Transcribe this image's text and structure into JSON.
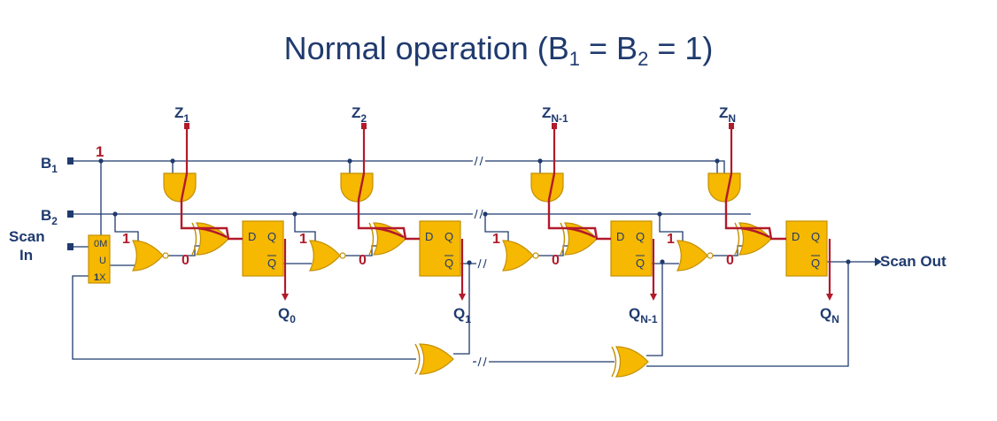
{
  "title": {
    "prefix": "Normal operation (B",
    "sub1": "1",
    "mid": " = B",
    "sub2": "2",
    "suffix": " = 1)"
  },
  "inputs": {
    "b1": {
      "base": "B",
      "sub": "1"
    },
    "b2": {
      "base": "B",
      "sub": "2"
    },
    "scan_in_line1": "Scan",
    "scan_in_line2": "In"
  },
  "mux": {
    "line1": "0M",
    "line2": "U",
    "line3_bold": "1",
    "line3_rest": "X"
  },
  "z_labels": [
    {
      "base": "Z",
      "sub": "1"
    },
    {
      "base": "Z",
      "sub": "2"
    },
    {
      "base": "Z",
      "sub": "N-1"
    },
    {
      "base": "Z",
      "sub": "N"
    }
  ],
  "q_labels": [
    {
      "base": "Q",
      "sub": "0"
    },
    {
      "base": "Q",
      "sub": "1"
    },
    {
      "base": "Q",
      "sub": "N-1"
    },
    {
      "base": "Q",
      "sub": "N"
    }
  ],
  "flipflop": {
    "d": "D",
    "q": "Q",
    "qbar": "Q"
  },
  "signal_values": {
    "b1_value": "1",
    "nor_one": "1",
    "nor_zero": "0"
  },
  "output": {
    "scan_out": "Scan Out"
  },
  "colors": {
    "wire": "#1f3a6e",
    "gate_fill": "#f6b800",
    "gate_stroke": "#c48f00",
    "active": "#b11a2b"
  }
}
